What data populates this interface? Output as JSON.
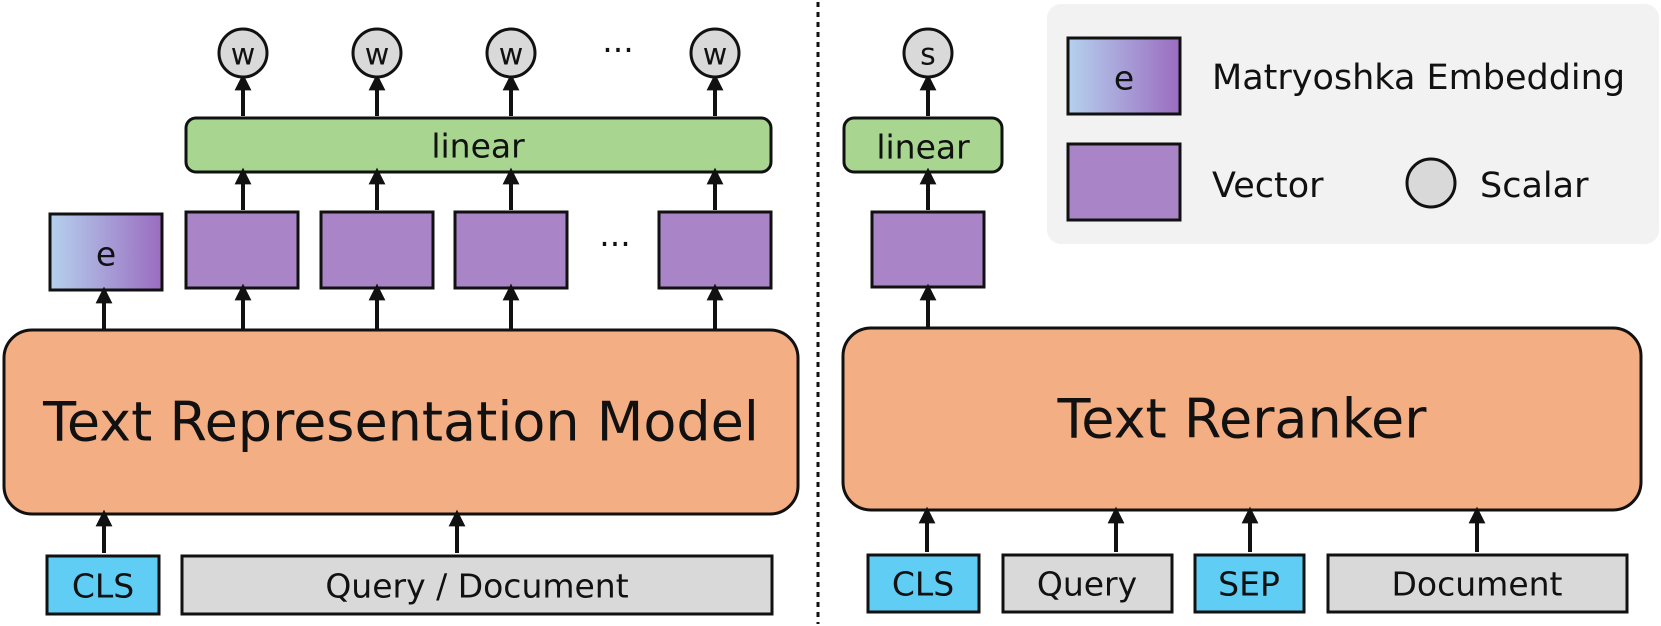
{
  "left_panel": {
    "model_label": "Text Representation Model",
    "embedding_label": "e",
    "linear_label": "linear",
    "output_label": "w",
    "ellipsis": "···",
    "inputs": {
      "cls": "CLS",
      "query_document": "Query / Document"
    }
  },
  "right_panel": {
    "model_label": "Text Reranker",
    "linear_label": "linear",
    "output_label": "s",
    "inputs": {
      "cls": "CLS",
      "query": "Query",
      "sep": "SEP",
      "document": "Document"
    }
  },
  "legend": {
    "embedding_symbol": "e",
    "embedding_label": "Matryoshka Embedding",
    "vector_label": "Vector",
    "scalar_label": "Scalar"
  },
  "colors": {
    "model": "#F4AE83",
    "vector": "#A985C8",
    "linear": "#A8D590",
    "token_special": "#5FCDF4",
    "token_text": "#D9D9D9",
    "scalar": "#D9D9D9",
    "legend_bg": "#F2F2F2",
    "embedding_gradient_start": "#B5D1EE",
    "embedding_gradient_end": "#9A6CC0"
  }
}
